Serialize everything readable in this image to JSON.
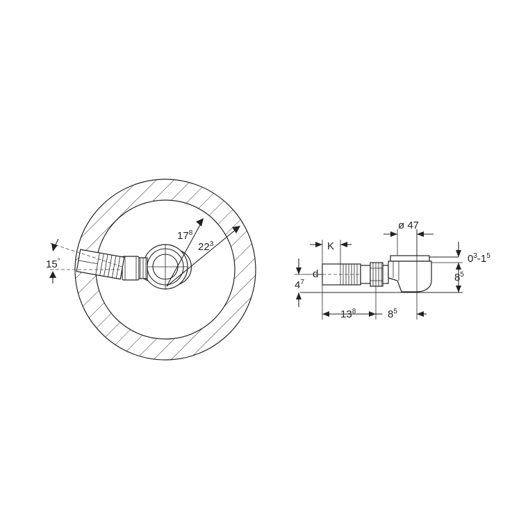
{
  "top_view": {
    "angle_value": "15",
    "angle_unit": "°",
    "radius_inner_main": "17",
    "radius_inner_sup": "8",
    "radius_outer_main": "22",
    "radius_outer_sup": "3"
  },
  "side_view": {
    "diameter_label": "ø 47",
    "k_label": "K",
    "d_label": "d",
    "range_main_1": "0",
    "range_sup_1": "3",
    "range_dash": "-1",
    "range_sup_2": "5",
    "height_main": "8",
    "height_sup": "5",
    "pipe_height_main": "4",
    "pipe_height_sup": "7",
    "length_main": "13",
    "length_sup": "8",
    "offset_main": "8",
    "offset_sup": "5"
  }
}
